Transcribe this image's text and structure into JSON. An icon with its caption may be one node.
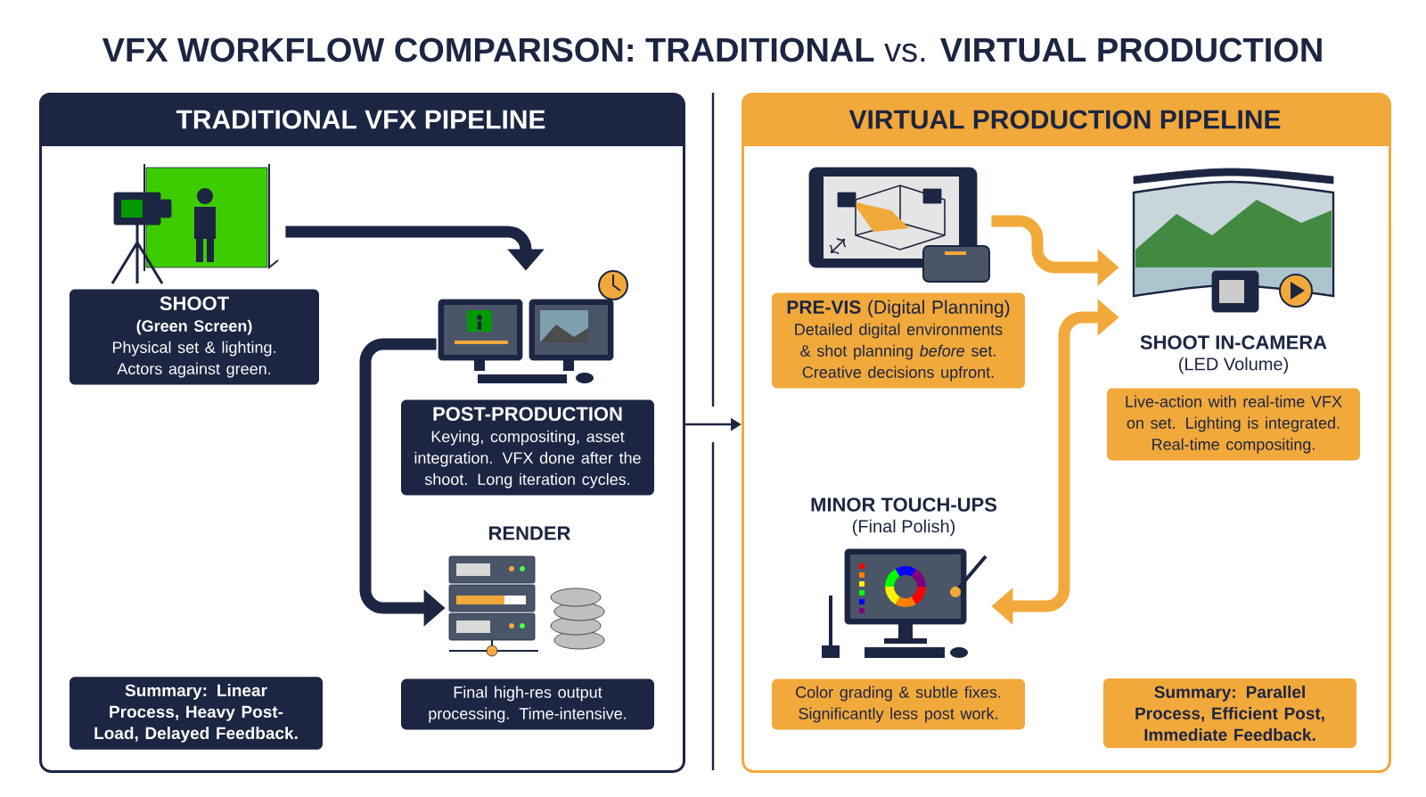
{
  "diagram": {
    "title": "**VFX WORKFLOW COMPARISON: TRADITIONAL** vs. **VIRTUAL PRODUCTION**",
    "nodes": [
      {
        "text": [
          "TRADITIONAL VFX PIPELINE"
        ]
      },
      {
        "text": [],
        "shape": "picture",
        "in": 0
      },
      {
        "text": [
          "SHOOT",
          "(Green Screen)",
          "Physical set & lighting. Actors against green."
        ],
        "in": 0
      },
      {
        "text": [],
        "shape": "picture",
        "in": 0
      },
      {
        "text": [
          "POST-PRODUCTION",
          "Keying, compositing, asset integration. VFX done after the shoot. Long iteration cycles."
        ],
        "in": 0
      },
      {
        "text": [],
        "shape": "picture",
        "beside": [
          "RENDER"
        ],
        "in": 0
      },
      {
        "text": [
          "Final high-res output processing. Time-intensive."
        ],
        "in": 0
      },
      {
        "text": [
          "Summary: Linear Process, Heavy Post-Load, Delayed Feedback."
        ],
        "in": 0
      },
      {
        "text": [
          "VIRTUAL PRODUCTION PIPELINE"
        ]
      },
      {
        "text": [],
        "shape": "picture",
        "in": 8
      },
      {
        "text": [
          "**PRE-VIS** (Digital Planning)",
          "Detailed digital environments & shot planning *before* set. Creative decisions upfront."
        ],
        "in": 8
      },
      {
        "text": [],
        "shape": "picture",
        "beside": [
          "SHOOT IN-CAMERA",
          "(LED Volume)"
        ],
        "in": 8
      },
      {
        "text": [
          "Live-action with real-time VFX on set. Lighting is integrated. Real-time compositing."
        ],
        "in": 8
      },
      {
        "text": [],
        "shape": "picture",
        "beside": [
          "MINOR TOUCH-UPS",
          "(Final Polish)"
        ],
        "in": 8
      },
      {
        "text": [
          "Color grading & subtle fixes. Significantly less post work."
        ],
        "in": 8
      },
      {
        "text": [
          "Summary: Parallel Process, Efficient Post, Immediate Feedback."
        ],
        "in": 8
      }
    ],
    "edges": [
      {
        "from": 1,
        "to": 3,
        "arrow": "to"
      },
      {
        "from": 3,
        "to": 5,
        "arrow": "to"
      },
      {
        "from": 0,
        "to": 8,
        "arrow": "to"
      },
      {
        "from": 9,
        "to": 11,
        "arrow": "to",
        "color": "#f2a93b"
      },
      {
        "from": 13,
        "to": 11,
        "arrow": "both",
        "color": "#f2a93b"
      }
    ]
  }
}
